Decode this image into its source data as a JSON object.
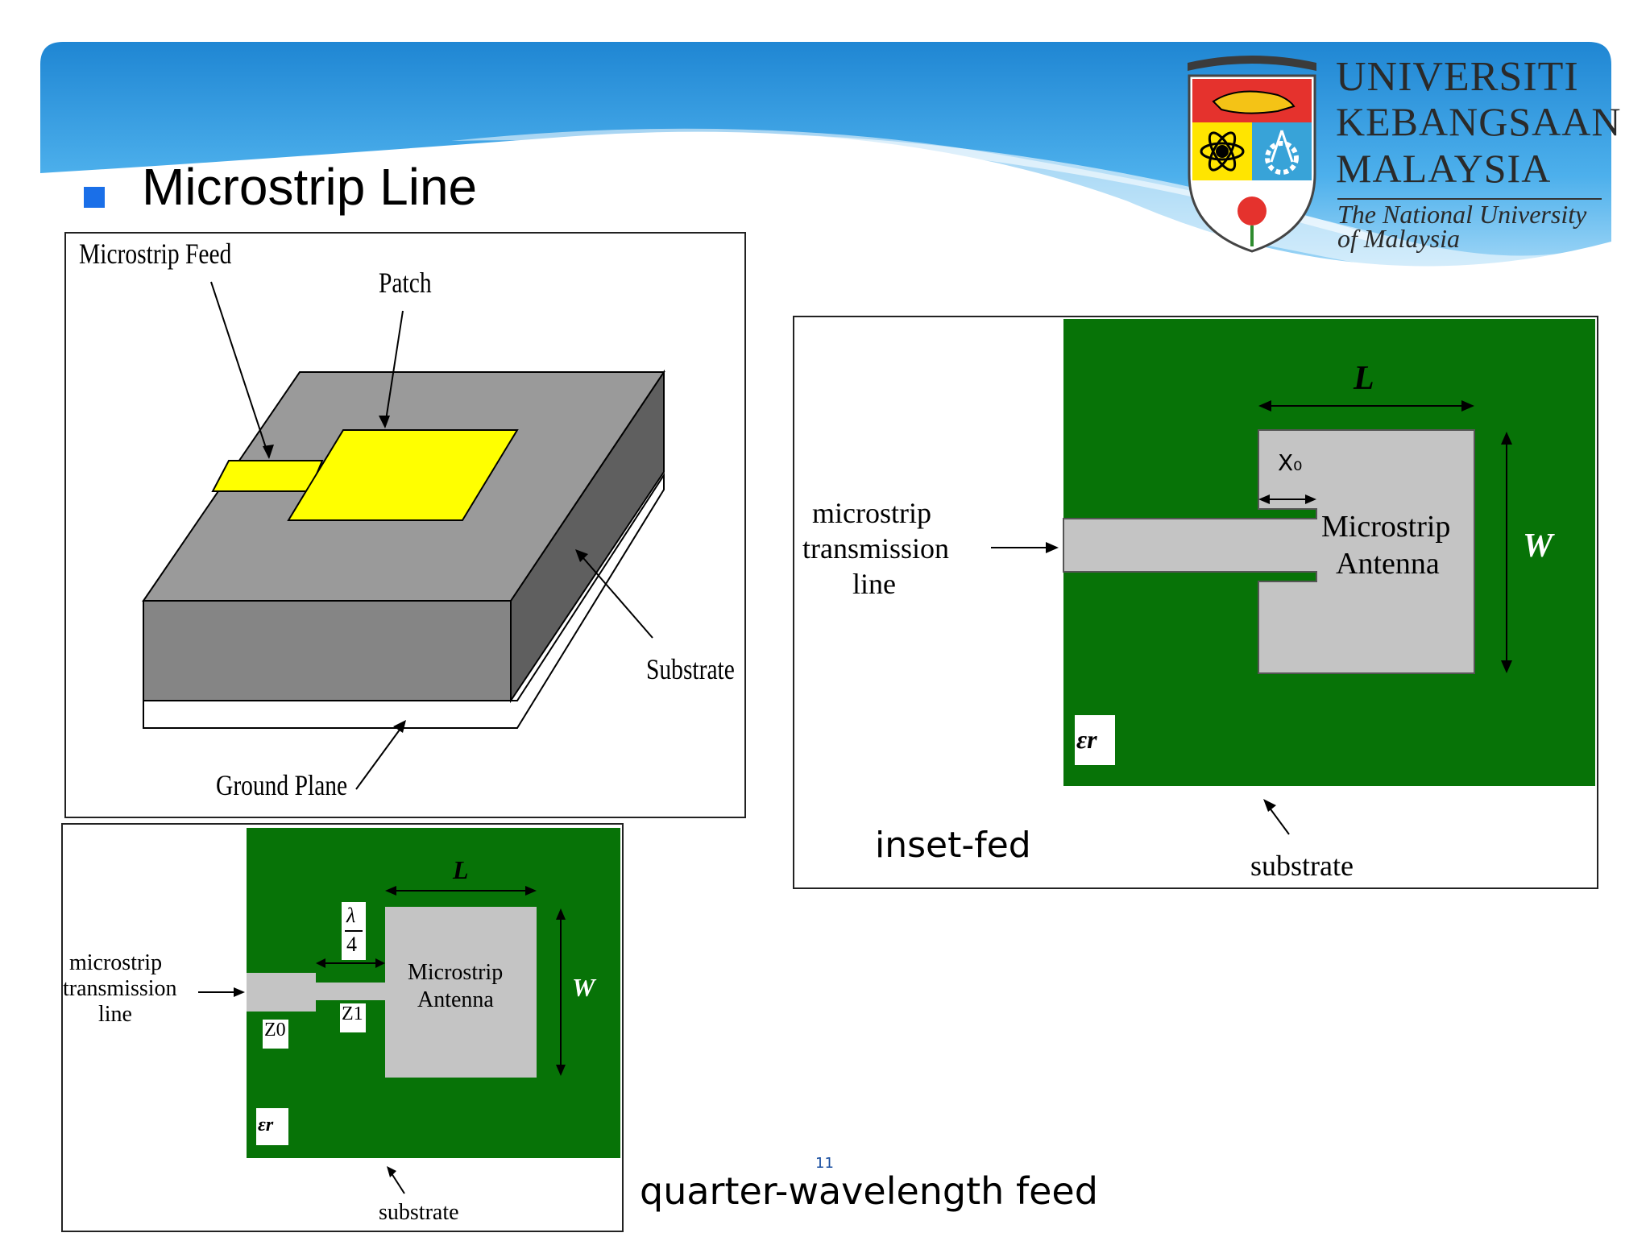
{
  "slide": {
    "title": "Microstrip Line",
    "page_number": "11"
  },
  "logo": {
    "line1": "UNIVERSITI",
    "line2": "KEBANGSAAN",
    "line3": "MALAYSIA",
    "subtitle1": "The National University",
    "subtitle2": "of Malaysia"
  },
  "figure_3d": {
    "feed_label": "Microstrip Feed",
    "patch_label": "Patch",
    "substrate_label": "Substrate",
    "ground_label": "Ground Plane"
  },
  "figure_inset": {
    "line_label_1": "microstrip",
    "line_label_2": "transmission",
    "line_label_3": "line",
    "L_label": "L",
    "W_label": "W",
    "x0_label": "X₀",
    "antenna_1": "Microstrip",
    "antenna_2": "Antenna",
    "er_label": "εr",
    "substrate_label": "substrate",
    "caption": "inset-fed"
  },
  "figure_quarter": {
    "line_label_1": "microstrip",
    "line_label_2": "transmission",
    "line_label_3": "line",
    "L_label": "L",
    "W_label": "W",
    "lambda_num": "λ",
    "lambda_den": "4",
    "z0_label": "Z0",
    "z1_label": "Z1",
    "antenna_1": "Microstrip",
    "antenna_2": "Antenna",
    "er_label": "εr",
    "substrate_label": "substrate",
    "caption": "quarter-wavelength feed"
  },
  "colors": {
    "header_blue": "#2a8fd8",
    "substrate_green": "#077307",
    "patch_yellow": "#ffff00",
    "patch_gray": "#c4c4c4",
    "substrate_gray": "#8c8c8c"
  }
}
